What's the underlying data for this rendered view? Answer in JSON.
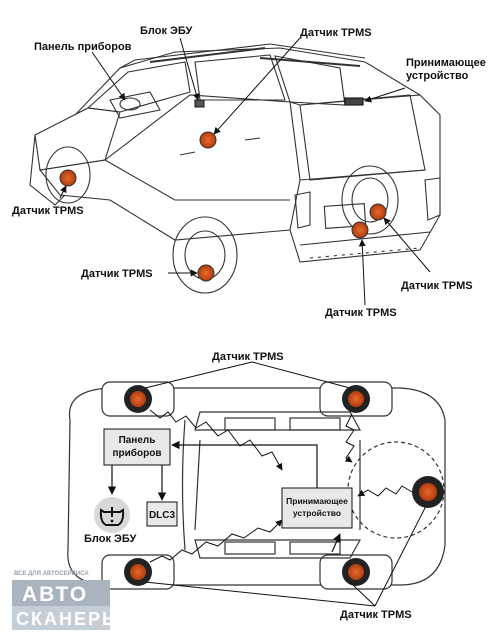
{
  "top_labels": {
    "panel": "Панель приборов",
    "ecu": "Блок ЭБУ",
    "tpms_top": "Датчик TPMS",
    "receiver_line1": "Принимающее",
    "receiver_line2": "устройство",
    "tpms_left": "Датчик TPMS",
    "tpms_front": "Датчик TPMS",
    "tpms_bottom": "Датчик TPMS",
    "tpms_right": "Датчик TPMS"
  },
  "bottom_labels": {
    "tpms_top": "Датчик TPMS",
    "panel_line1": "Панель",
    "panel_line2": "приборов",
    "dlc": "DLC3",
    "ecu": "Блок ЭБУ",
    "receiver_line1": "Принимающее",
    "receiver_line2": "устройство",
    "tpms_bottom": "Датчик TPMS"
  },
  "watermark": {
    "tagline": "ВСЕ ДЛЯ АВТОСЕРВИСА",
    "line1": "АВТО",
    "line2": "СКАНЕРЫ"
  },
  "colors": {
    "sensor": "#d9541e",
    "sensor_dark": "#222222"
  },
  "icons": [
    "tpms-warning-icon"
  ]
}
